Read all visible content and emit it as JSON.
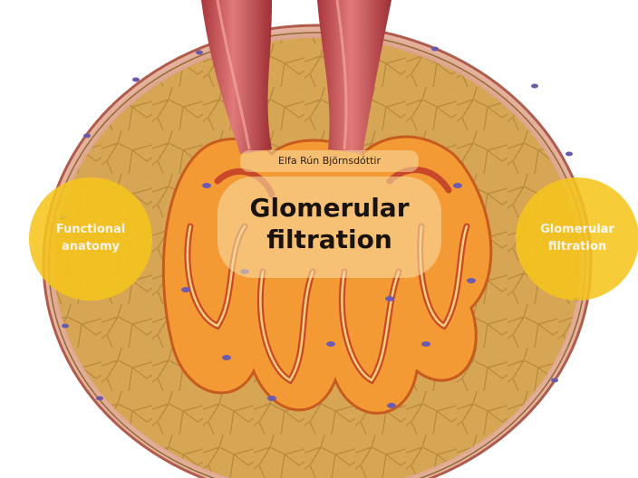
{
  "presentation": {
    "author": "Elfa Rún Björnsdóttir",
    "title_line1": "Glomerular",
    "title_line2": "filtration"
  },
  "nav": {
    "left_line1": "Functional",
    "left_line2": "anatomy",
    "right_line1": "Glomerular",
    "right_line2": "filtration"
  },
  "colors": {
    "circle_yellow": "#f5c51e",
    "capsule_fill": "#d8a95a",
    "capsule_rim": "#b8644a",
    "vessel_red": "#c44a4d",
    "capillary_orange": "#f08c2c"
  }
}
